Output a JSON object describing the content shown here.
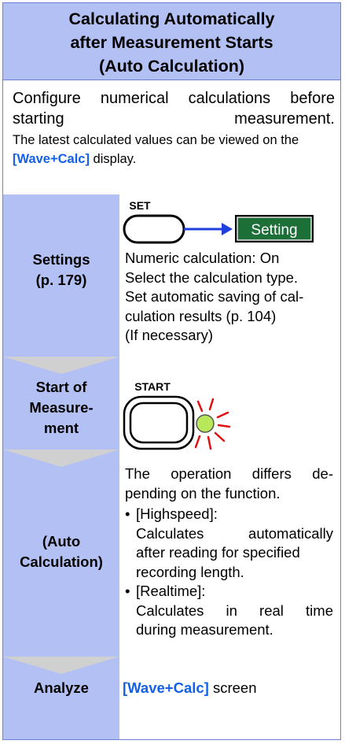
{
  "header": {
    "line1": "Calculating Automatically",
    "line2": "after Measurement Starts",
    "line3": "(Auto Calculation)"
  },
  "intro": {
    "lead": "Configure numerical calculations before starting measurement.",
    "note_pre": "The latest calculated values can be viewed on the ",
    "note_link": "[Wave+Calc]",
    "note_post": " display."
  },
  "steps": {
    "settings": {
      "label_1": "Settings",
      "label_2": "(p. 179)",
      "key_label": "SET",
      "screen_label": "Setting",
      "line1": "Numeric calculation: On",
      "line2": "Select the calculation type.",
      "line3a": "Set automatic saving of cal-",
      "line3b": "culation results (p. 104)",
      "line4": "(If necessary)"
    },
    "start": {
      "label_1": "Start of",
      "label_2": "Measure-",
      "label_3": "ment",
      "key_label": "START"
    },
    "auto": {
      "label_1": "(Auto",
      "label_2": "Calculation)",
      "intro_a": "The operation differs de-",
      "intro_b": "pending on the function.",
      "bullet": "•",
      "hs_title": "[Highspeed]:",
      "hs_a": "Calculates automatically",
      "hs_b": "after reading for specified",
      "hs_c": "recording length.",
      "rt_title": "[Realtime]:",
      "rt_a": "Calculates in real time",
      "rt_b": "during measurement."
    },
    "analyze": {
      "label": "Analyze",
      "link": "[Wave+Calc]",
      "suffix": " screen"
    }
  },
  "colors": {
    "panel": "#b3c0f4",
    "border": "#6b7fd6",
    "link": "#1560e8",
    "led": "#b8e85a",
    "ray": "#e01010"
  }
}
